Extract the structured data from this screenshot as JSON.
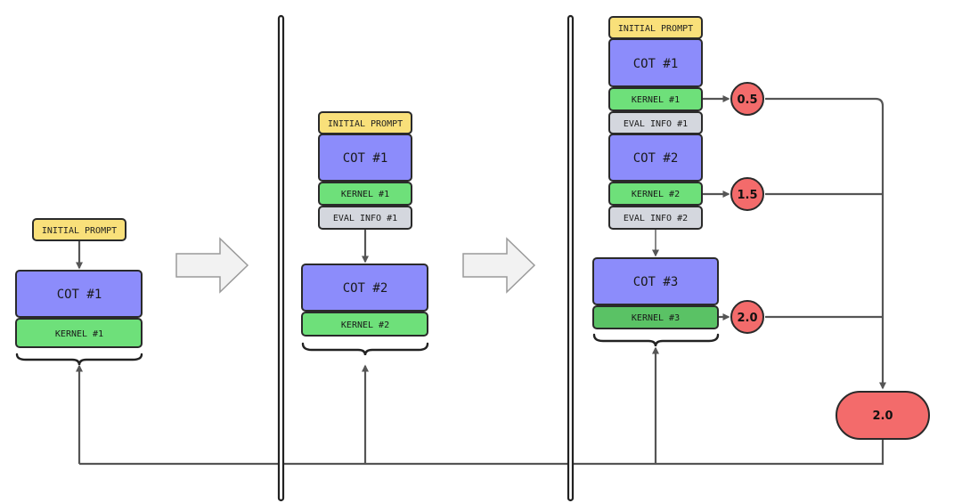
{
  "colors": {
    "prompt": "#f9e07a",
    "cot": "#8c8cfb",
    "kernel": "#6ee07a",
    "kernel_dark": "#5ac265",
    "eval": "#d4d7de",
    "score": "#f36b6b",
    "line": "#555555"
  },
  "panel1": {
    "prompt": "INITIAL PROMPT",
    "cot": "COT #1",
    "kernel": "KERNEL #1"
  },
  "panel2": {
    "prompt": "INITIAL PROMPT",
    "cot1": "COT #1",
    "kernel1": "KERNEL #1",
    "eval1": "EVAL INFO #1",
    "cot2": "COT #2",
    "kernel2": "KERNEL #2"
  },
  "panel3": {
    "prompt": "INITIAL PROMPT",
    "cot1": "COT #1",
    "kernel1": "KERNEL #1",
    "eval1": "EVAL INFO #1",
    "cot2": "COT #2",
    "kernel2": "KERNEL #2",
    "eval2": "EVAL INFO #2",
    "cot3": "COT #3",
    "kernel3": "KERNEL #3"
  },
  "scores": {
    "s1": "0.5",
    "s2": "1.5",
    "s3": "2.0",
    "best": "2.0"
  }
}
